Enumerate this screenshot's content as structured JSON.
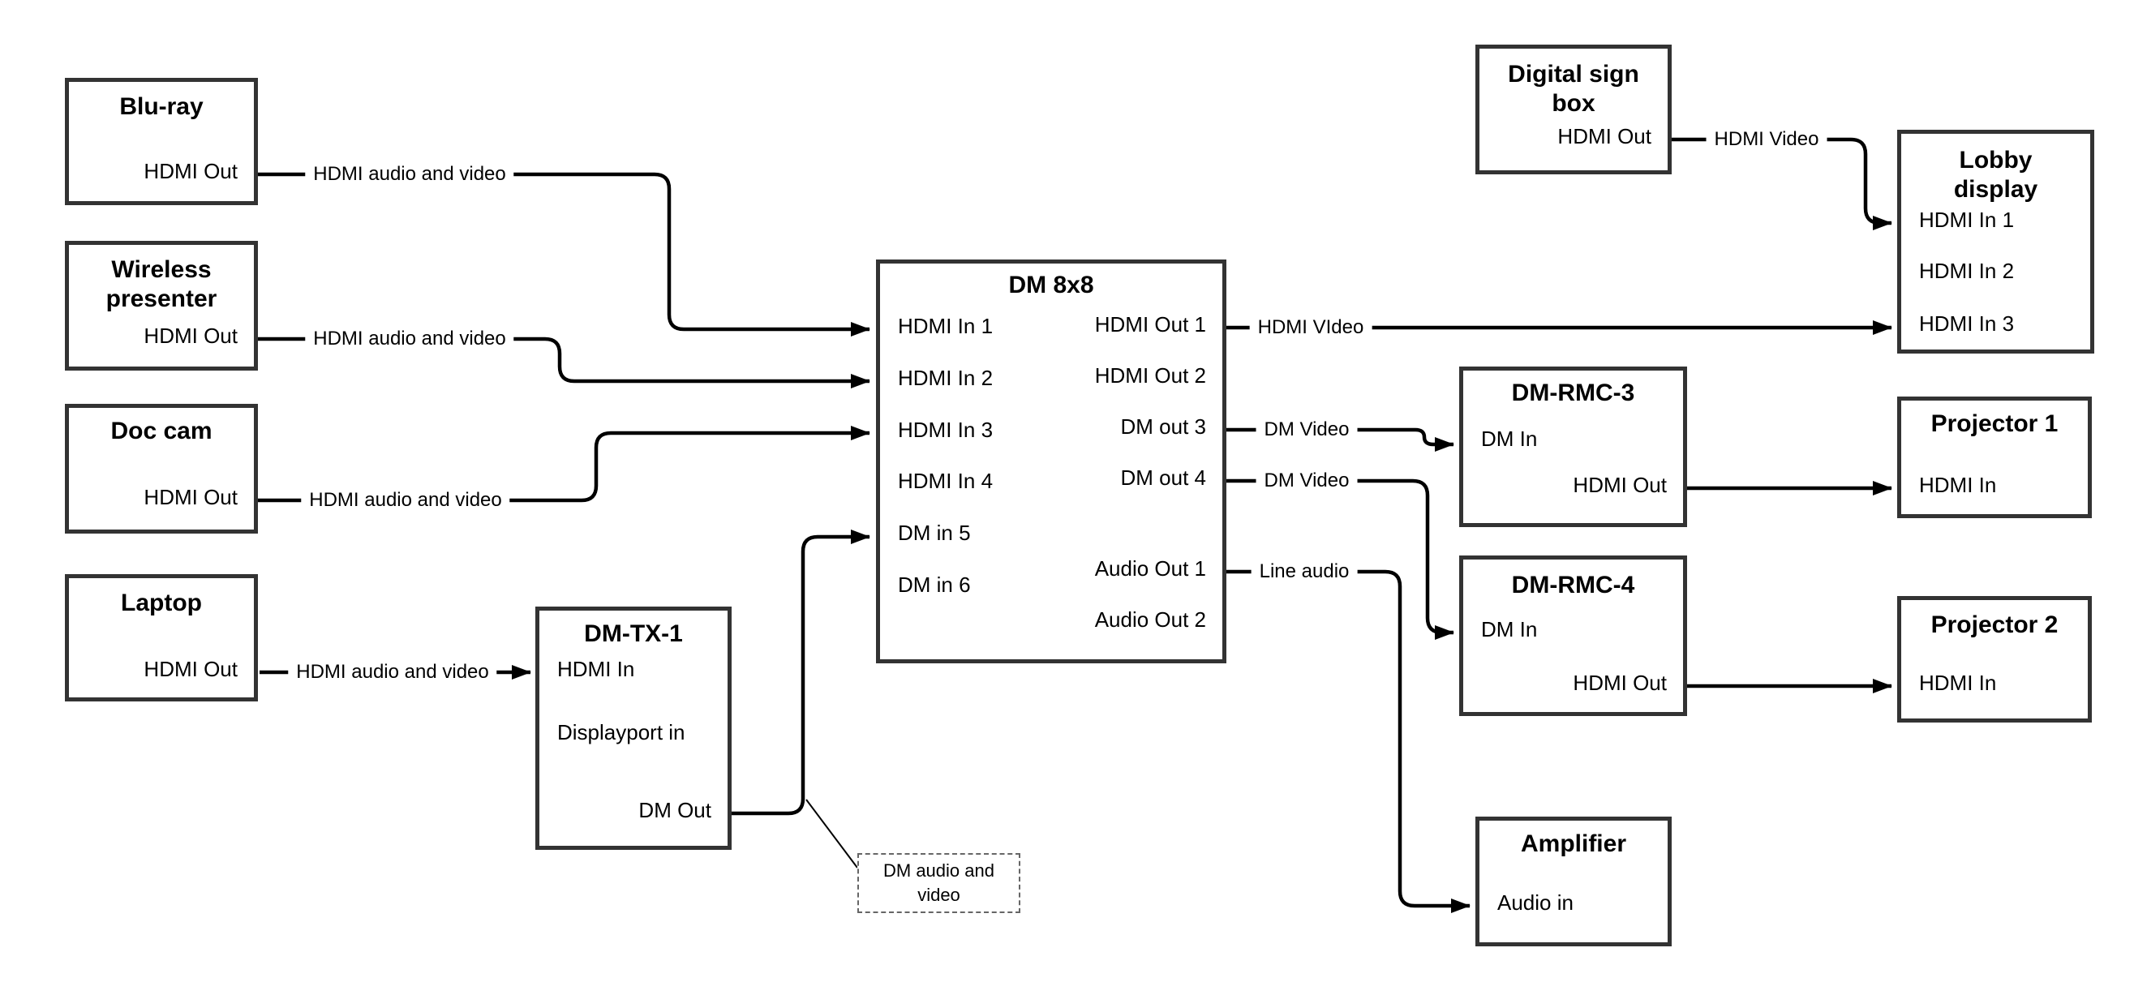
{
  "colors": {
    "background": "#ffffff",
    "wire": "#000000",
    "box_border": "#333333",
    "text": "#000000",
    "note_border": "#666666"
  },
  "boxes": {
    "bluray": {
      "title": "Blu-ray",
      "port_hdmi_out": "HDMI Out"
    },
    "wireless": {
      "title": "Wireless presenter",
      "port_hdmi_out": "HDMI Out"
    },
    "doccam": {
      "title": "Doc cam",
      "port_hdmi_out": "HDMI Out"
    },
    "laptop": {
      "title": "Laptop",
      "port_hdmi_out": "HDMI Out"
    },
    "dmtx1": {
      "title": "DM-TX-1",
      "port_hdmi_in": "HDMI In",
      "port_displayport_in": "Displayport in",
      "port_dm_out": "DM Out"
    },
    "dm8x8": {
      "title": "DM 8x8",
      "ports_left": [
        "HDMI In 1",
        "HDMI In 2",
        "HDMI In 3",
        "HDMI In 4",
        "DM in 5",
        "DM in 6"
      ],
      "ports_right": [
        "HDMI Out 1",
        "HDMI Out 2",
        "DM out 3",
        "DM out 4",
        "Audio Out 1",
        "Audio Out 2"
      ]
    },
    "digitalsign": {
      "title": "Digital sign box",
      "port_hdmi_out": "HDMI Out"
    },
    "lobby": {
      "title": "Lobby display",
      "ports_left": [
        "HDMI In 1",
        "HDMI In 2",
        "HDMI In 3"
      ]
    },
    "rmc3": {
      "title": "DM-RMC-3",
      "port_dm_in": "DM In",
      "port_hdmi_out": "HDMI Out"
    },
    "proj1": {
      "title": "Projector 1",
      "port_hdmi_in": "HDMI In"
    },
    "rmc4": {
      "title": "DM-RMC-4",
      "port_dm_in": "DM In",
      "port_hdmi_out": "HDMI Out"
    },
    "proj2": {
      "title": "Projector 2",
      "port_hdmi_in": "HDMI In"
    },
    "amplifier": {
      "title": "Amplifier",
      "port_audio_in": "Audio in"
    }
  },
  "wire_labels": {
    "hdmi_audio_video": "HDMI audio and video",
    "hdmi_video": "HDMI Video",
    "hdmi_video_typo": "HDMI VIdeo",
    "dm_video": "DM Video",
    "line_audio": "Line audio"
  },
  "note": {
    "text": "DM audio and video"
  }
}
